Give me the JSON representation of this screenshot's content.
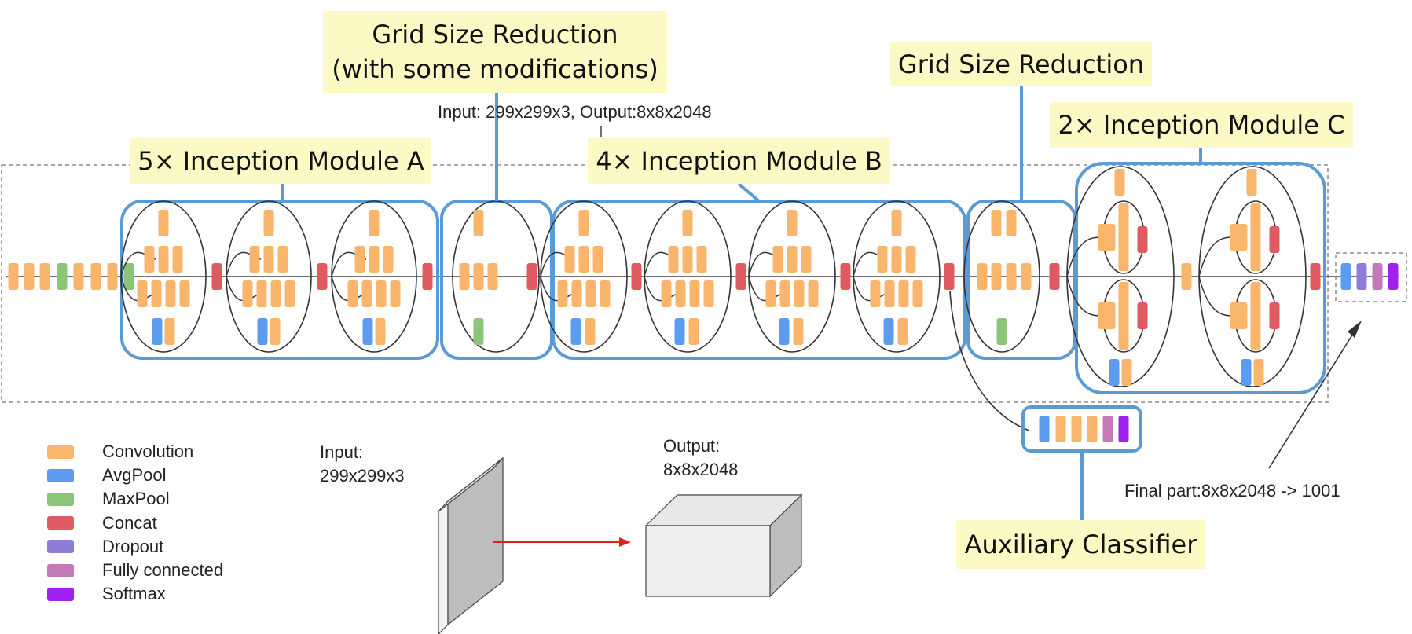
{
  "labels": {
    "grid_reduction_1": [
      "Grid Size Reduction",
      "(with some modifications)"
    ],
    "grid_reduction_2": "Grid Size Reduction",
    "module_a": "5× Inception Module A",
    "module_b": "4× Inception Module B",
    "module_c": "2× Inception Module C",
    "auxiliary": "Auxiliary Classifier",
    "io_caption": "Input: 299x299x3, Output:8x8x2048",
    "final_part": "Final part:8x8x2048 -> 1001",
    "input_caption": "Input:\n299x299x3",
    "output_caption": "Output:\n8x8x2048"
  },
  "legend": [
    {
      "label": "Convolution",
      "color": "#f8b56b"
    },
    {
      "label": "AvgPool",
      "color": "#5b9cf0"
    },
    {
      "label": "MaxPool",
      "color": "#8cc47a"
    },
    {
      "label": "Concat",
      "color": "#e05b61"
    },
    {
      "label": "Dropout",
      "color": "#8e7cd8"
    },
    {
      "label": "Fully connected",
      "color": "#c47ab5"
    },
    {
      "label": "Softmax",
      "color": "#a020f0"
    }
  ],
  "colors": {
    "highlight_box": "#5b9bd5",
    "label_background": "#fdf9c4",
    "arrow": "#e02020"
  }
}
